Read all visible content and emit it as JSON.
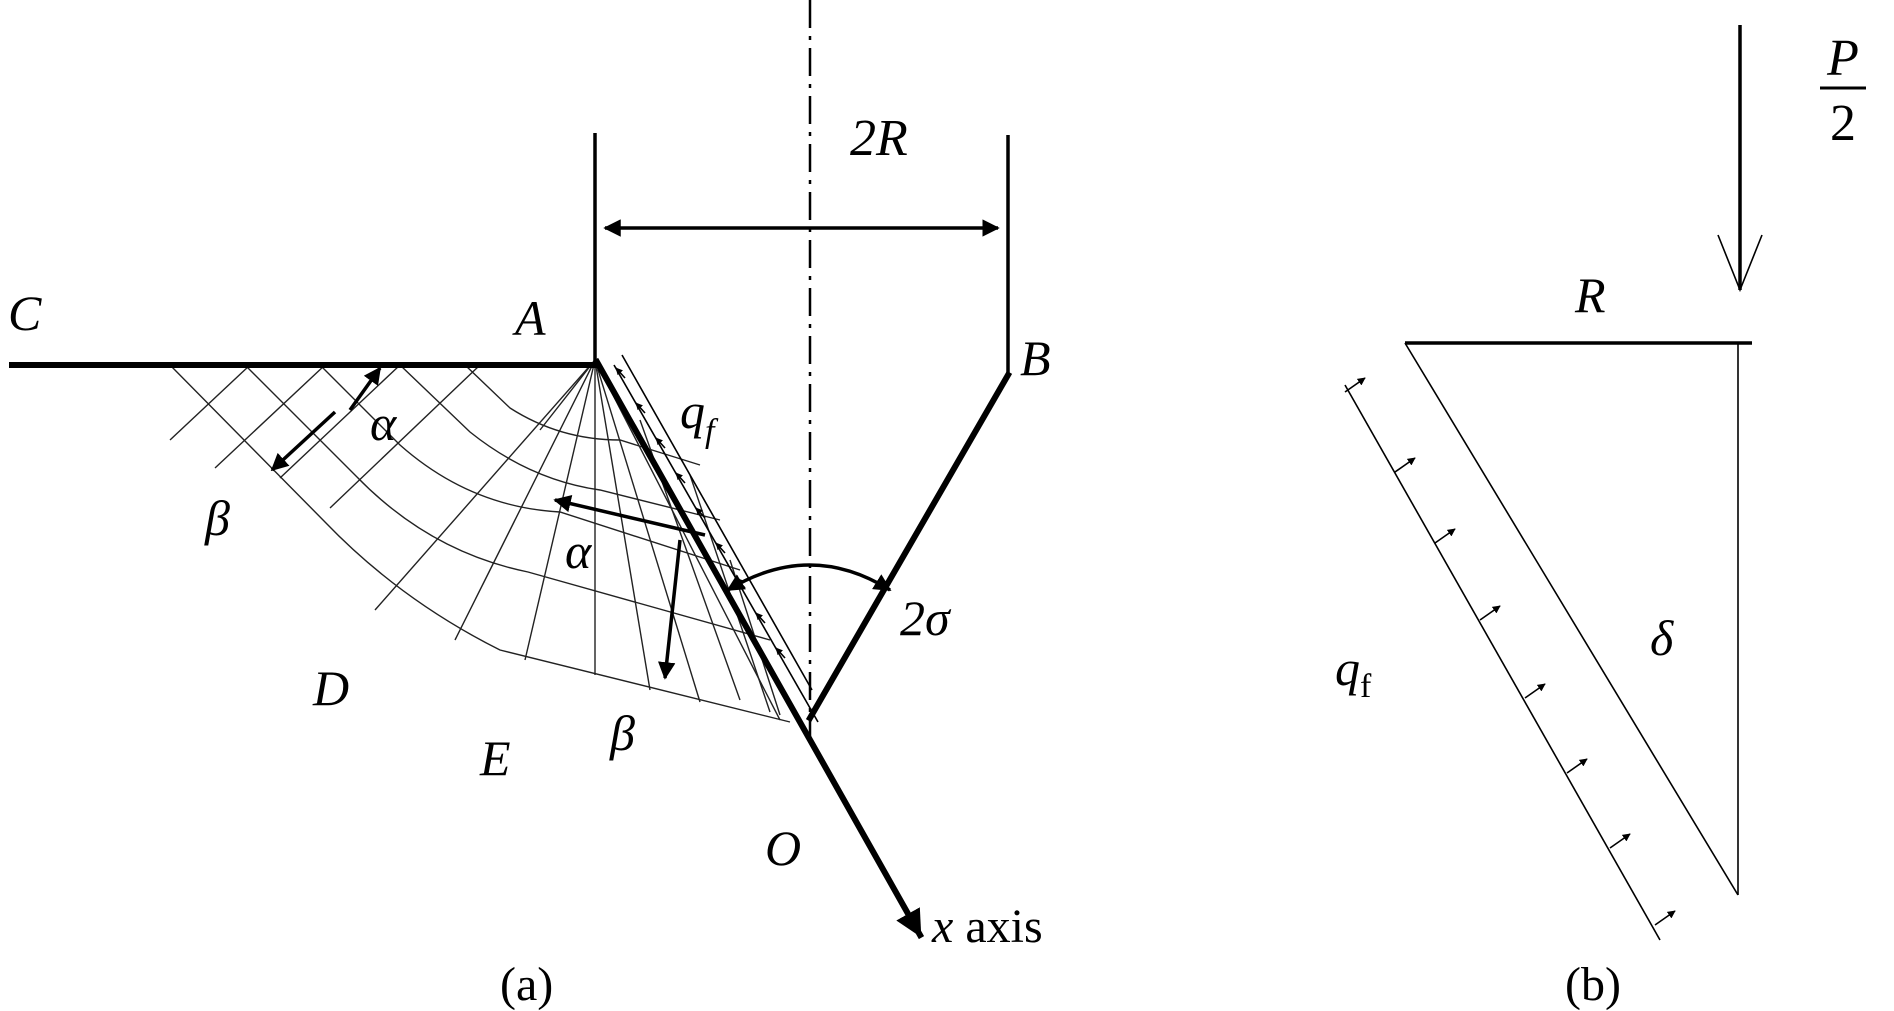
{
  "panel_a": {
    "caption": "(a)",
    "labels": {
      "C": "C",
      "A": "A",
      "B": "B",
      "D": "D",
      "E": "E",
      "O": "O",
      "two_R": "2R",
      "q_f_main": "q",
      "q_f_sub": "f",
      "alpha_1": "α",
      "alpha_2": "α",
      "beta_1": "β",
      "beta_2": "β",
      "two_sigma": "2σ",
      "x_var": "x",
      "axis_word": " axis"
    }
  },
  "panel_b": {
    "caption": "(b)",
    "labels": {
      "P": "P",
      "two": "2",
      "R": "R",
      "delta": "δ",
      "q_f_main": "q",
      "q_f_sub": "f"
    }
  },
  "colors": {
    "ink": "#000000",
    "background": "#ffffff"
  }
}
